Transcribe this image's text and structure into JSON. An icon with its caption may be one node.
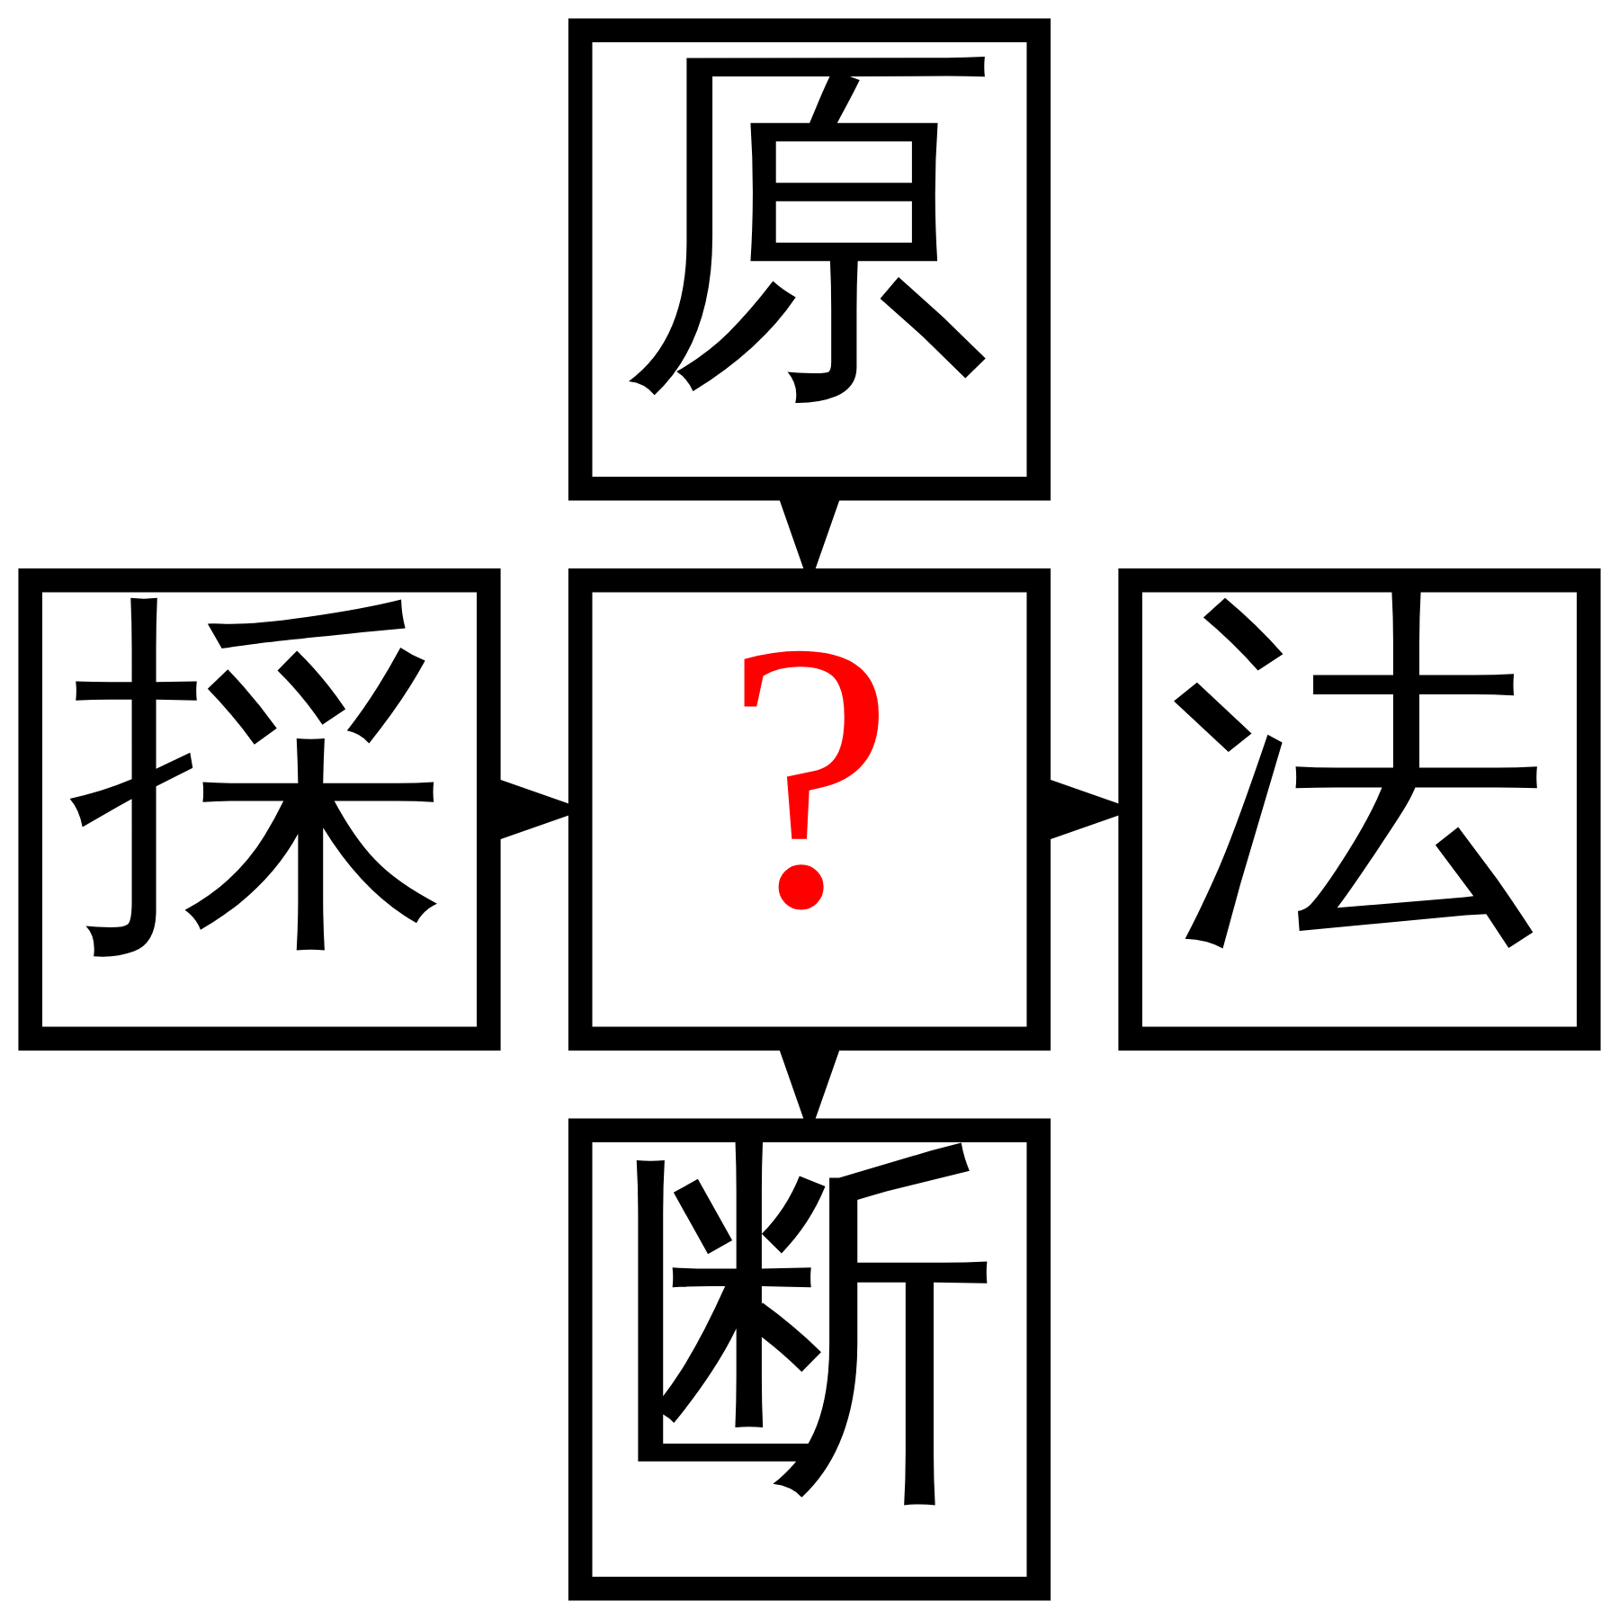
{
  "diagram": {
    "nodes": [
      {
        "text": [
          "原"
        ]
      },
      {
        "text": [
          "採"
        ]
      },
      {
        "text": [
          "?"
        ]
      },
      {
        "text": [
          "法"
        ]
      },
      {
        "text": [
          "断"
        ]
      }
    ],
    "edges": [
      {
        "from": 0,
        "to": 2,
        "arrow": "to"
      },
      {
        "from": 1,
        "to": 2,
        "arrow": "to"
      },
      {
        "from": 2,
        "to": 3,
        "arrow": "to"
      },
      {
        "from": 2,
        "to": 4,
        "arrow": "to"
      }
    ]
  }
}
